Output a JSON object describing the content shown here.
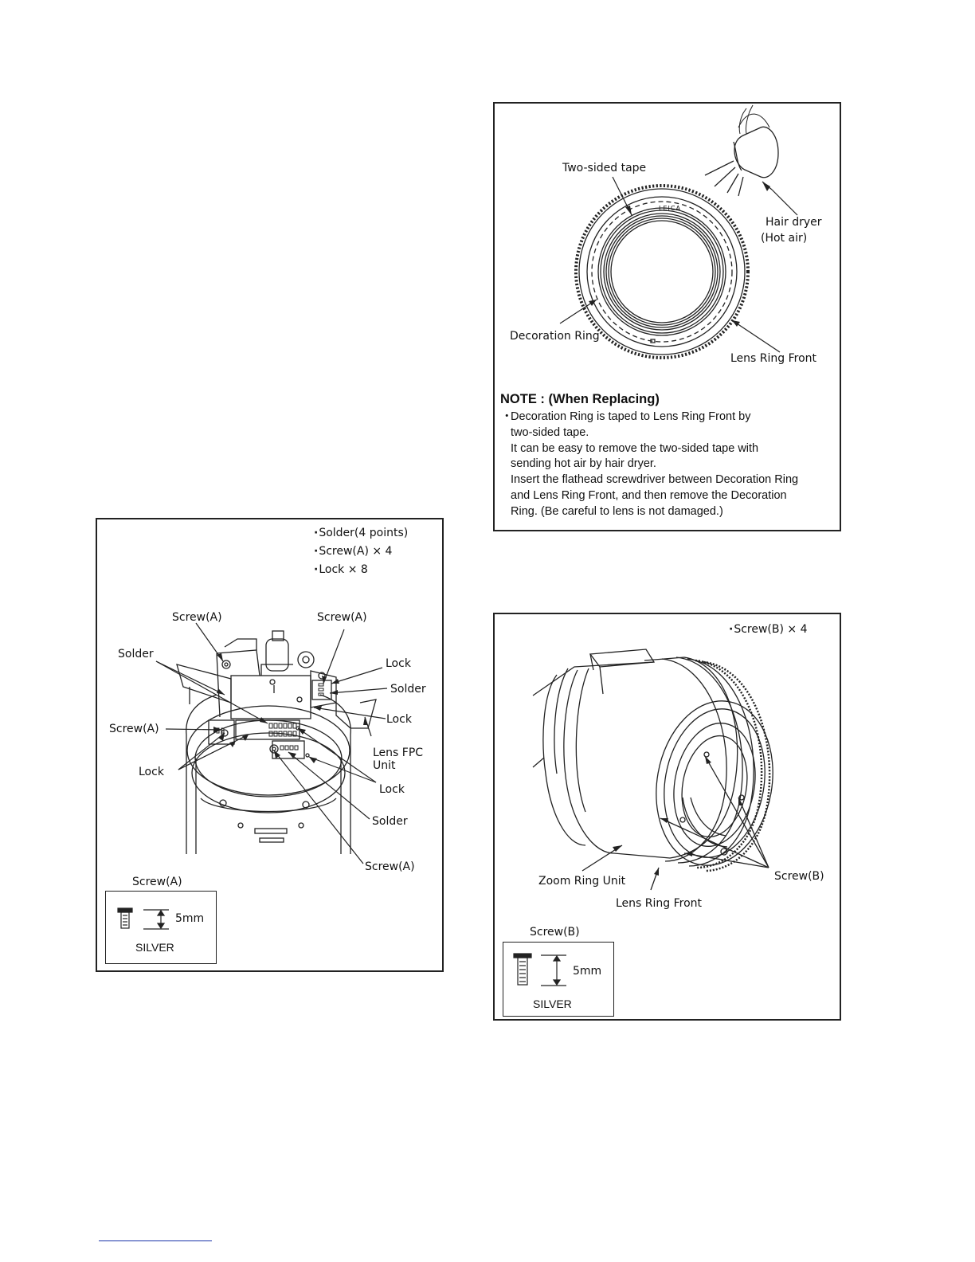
{
  "panel_top_right": {
    "labels": {
      "two_sided_tape": "Two-sided tape",
      "hair_dryer": "Hair dryer",
      "hot_air": "(Hot air)",
      "decoration_ring": "Decoration Ring",
      "lens_ring_front": "Lens Ring Front",
      "brand_mark": "LEICA"
    },
    "note_title": "NOTE : (When Replacing)",
    "note_bullet": "・",
    "note_lines": [
      "Decoration Ring is taped to Lens Ring Front by",
      "two-sided tape.",
      "It can be easy to remove the two-sided tape with",
      "sending hot air by hair dryer.",
      "Insert the flathead screwdriver between Decoration Ring",
      "and Lens Ring Front, and then remove the Decoration",
      "Ring. (Be careful to lens is not damaged.)"
    ]
  },
  "panel_left": {
    "requirements": [
      "Solder(4 points)",
      "Screw(A) × 4",
      "Lock × 8"
    ],
    "labels": {
      "screw_a_top_left": "Screw(A)",
      "screw_a_top_right": "Screw(A)",
      "solder_left": "Solder",
      "lock_top_right": "Lock",
      "solder_right": "Solder",
      "screw_a_mid_left": "Screw(A)",
      "lock_mid_right": "Lock",
      "lens_fpc_unit_1": "Lens FPC",
      "lens_fpc_unit_2": "Unit",
      "lock_left": "Lock",
      "lock_lower_right": "Lock",
      "solder_lower": "Solder",
      "screw_a_bottom": "Screw(A)"
    },
    "screw_box": {
      "title": "Screw(A)",
      "size": "5mm",
      "finish": "SILVER"
    }
  },
  "panel_bottom_right": {
    "requirements": [
      "Screw(B) × 4"
    ],
    "labels": {
      "zoom_ring_unit": "Zoom Ring Unit",
      "lens_ring_front": "Lens Ring Front",
      "screw_b": "Screw(B)"
    },
    "screw_box": {
      "title": "Screw(B)",
      "size": "5mm",
      "finish": "SILVER"
    }
  }
}
